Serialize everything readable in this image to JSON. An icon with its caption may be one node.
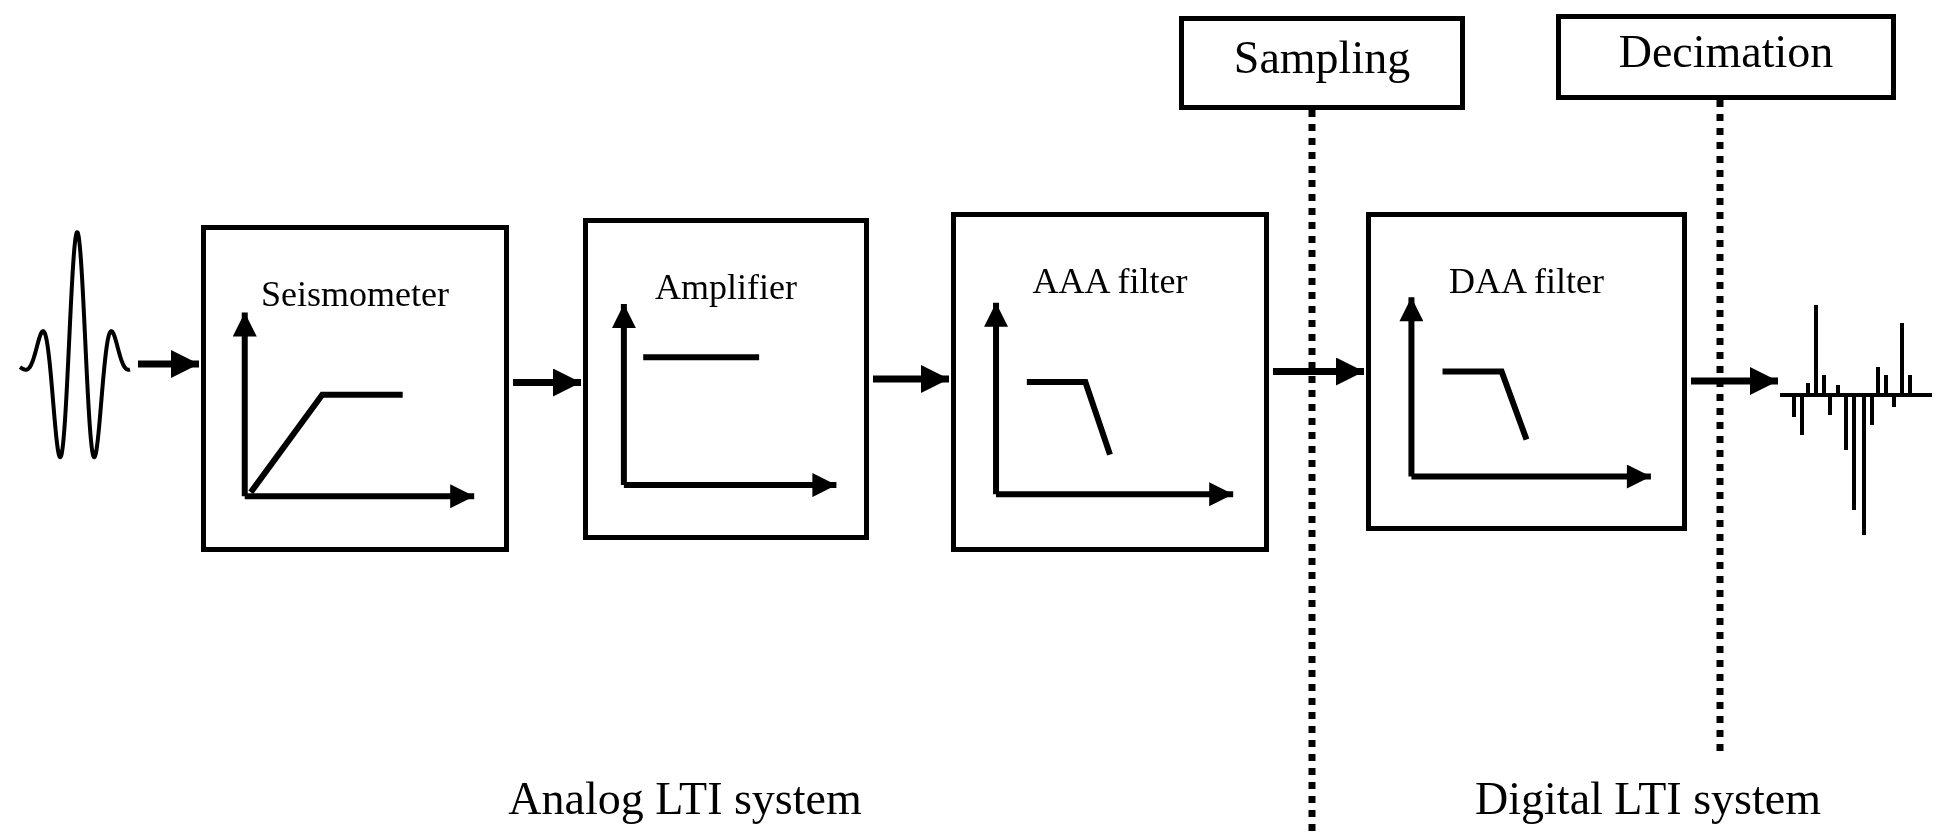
{
  "diagram": {
    "nodes": [
      {
        "text": [],
        "shape": "picture"
      },
      {
        "text": [
          "Seismometer"
        ]
      },
      {
        "text": [
          "Amplifier"
        ]
      },
      {
        "text": [
          "AAA filter"
        ]
      },
      {
        "text": [
          "DAA filter"
        ]
      },
      {
        "text": [],
        "shape": "picture"
      },
      {
        "text": [
          "Sampling"
        ]
      },
      {
        "text": [
          "Decimation"
        ]
      }
    ],
    "edges": [
      {
        "from": 0,
        "to": 1,
        "arrow": "to"
      },
      {
        "from": 1,
        "to": 2,
        "arrow": "to"
      },
      {
        "from": 2,
        "to": 3,
        "arrow": "to"
      },
      {
        "from": 3,
        "to": 4,
        "arrow": "to"
      },
      {
        "from": 4,
        "to": 5,
        "arrow": "to"
      }
    ],
    "labels": [
      "Analog LTI system",
      "Digital LTI system"
    ]
  }
}
